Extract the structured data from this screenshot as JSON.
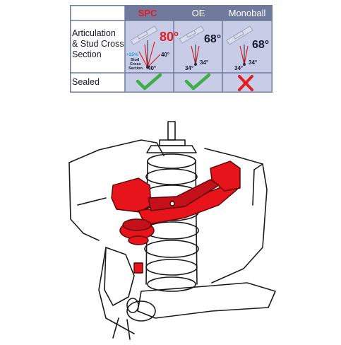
{
  "table": {
    "columns": [
      "SPC",
      "OE",
      "Monoball"
    ],
    "rows": [
      {
        "label_lines": [
          "Articulation",
          "& Stud Cross",
          "Section"
        ]
      },
      {
        "label_lines": [
          "Sealed"
        ]
      }
    ],
    "spc": {
      "main_angle": "80°",
      "side_angle": "40°",
      "bottom_angle": "40°",
      "note_percent": "+25%",
      "note_lines": [
        "Stud",
        "Cross",
        "Section"
      ]
    },
    "oe": {
      "main_angle": "68°",
      "left_angle": "34°",
      "right_angle": "34°"
    },
    "monoball": {
      "main_angle": "68°",
      "left_angle": "34°",
      "right_angle": "34°"
    },
    "sealed": {
      "spc": "check-icon",
      "oe": "check-icon",
      "monoball": "cross-icon"
    }
  },
  "colors": {
    "header_bg": "#6f7a9c",
    "spc_header": "#e31b23",
    "cell_bg": "#c7cde6",
    "check": "#3fae49",
    "cross": "#e31b23",
    "part_red": "#e8141c"
  },
  "illustration": {
    "subject": "upper-control-arm-on-coil-spring-suspension"
  }
}
